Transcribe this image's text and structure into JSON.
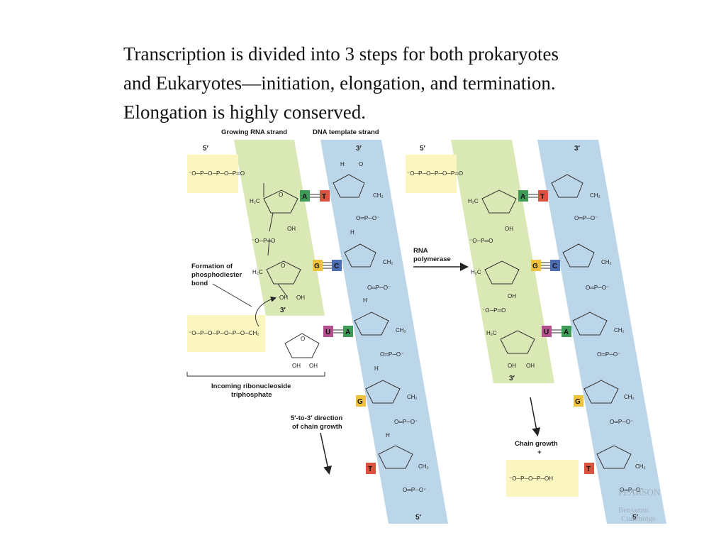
{
  "caption": {
    "lines": [
      "Transcription is divided into 3 steps for both prokaryotes",
      "and Eukaryotes—initiation, elongation, and termination.",
      "Elongation is highly conserved."
    ]
  },
  "labels": {
    "growing_rna": "Growing RNA strand",
    "dna_template": "DNA template strand",
    "phosphodiester_1": "Formation of",
    "phosphodiester_2": "phosphodiester",
    "phosphodiester_3": "bond",
    "incoming_1": "Incoming ribonucleoside",
    "incoming_2": "triphosphate",
    "direction_1": "5′-to-3′ direction",
    "direction_2": "of chain growth",
    "rna_pol_1": "RNA",
    "rna_pol_2": "polymerase",
    "chain_growth_1": "Chain growth",
    "chain_growth_2": "+"
  },
  "primes": {
    "five": "5′",
    "three": "3′"
  },
  "chem": {
    "H": "H",
    "O": "O",
    "OH": "OH",
    "CH2": "CH₂",
    "H2C": "H₂C",
    "P": "P",
    "OPO": "O═P─O⁻",
    "Ominus": "O⁻",
    "triphosphate": "⁻O─P─O─P─O─P═O",
    "triphosphate_ch2": "⁻O─P─O─P─O─P─O─CH₂",
    "monophosphate": "⁻O─P═O",
    "pyrophosphate": "⁻O─P─O─P─OH"
  },
  "bases": {
    "A": "A",
    "T": "T",
    "G": "G",
    "C": "C",
    "U": "U"
  },
  "colors": {
    "rna_strand": "#d9e8b4",
    "dna_strand": "#bcd6e9",
    "phosphate_box": "#fbf6bf",
    "A": "#3e9b58",
    "T": "#d9533f",
    "G": "#efc23e",
    "C": "#4d6db3",
    "U": "#b44f8e"
  },
  "watermark": {
    "line1": "PEARSON",
    "line2": "Benjamin",
    "line3": "Cummings"
  }
}
